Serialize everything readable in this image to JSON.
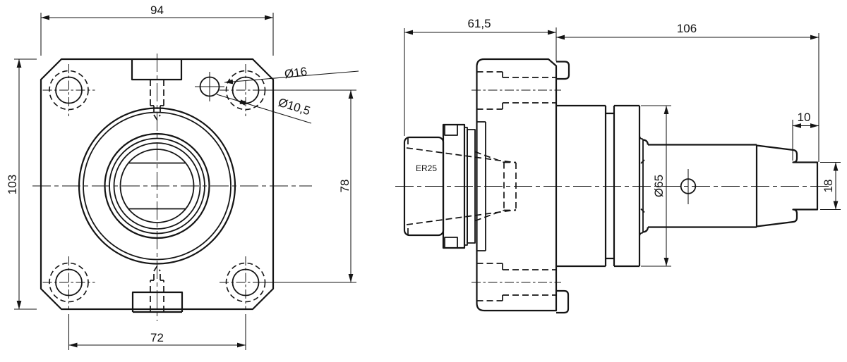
{
  "drawing": {
    "front_view": {
      "dim_width_top": "94",
      "dim_height_left": "103",
      "dim_hole_spacing_bottom": "72",
      "dim_hole_spacing_right": "78",
      "dim_counterbore_dia": "Ø16",
      "dim_hole_dia": "Ø10,5"
    },
    "side_view": {
      "dim_nose_length": "61,5",
      "dim_body_length": "106",
      "dim_tenon_length": "10",
      "dim_tenon_width": "18",
      "dim_body_dia": "Ø65",
      "label_collet": "ER25"
    }
  }
}
